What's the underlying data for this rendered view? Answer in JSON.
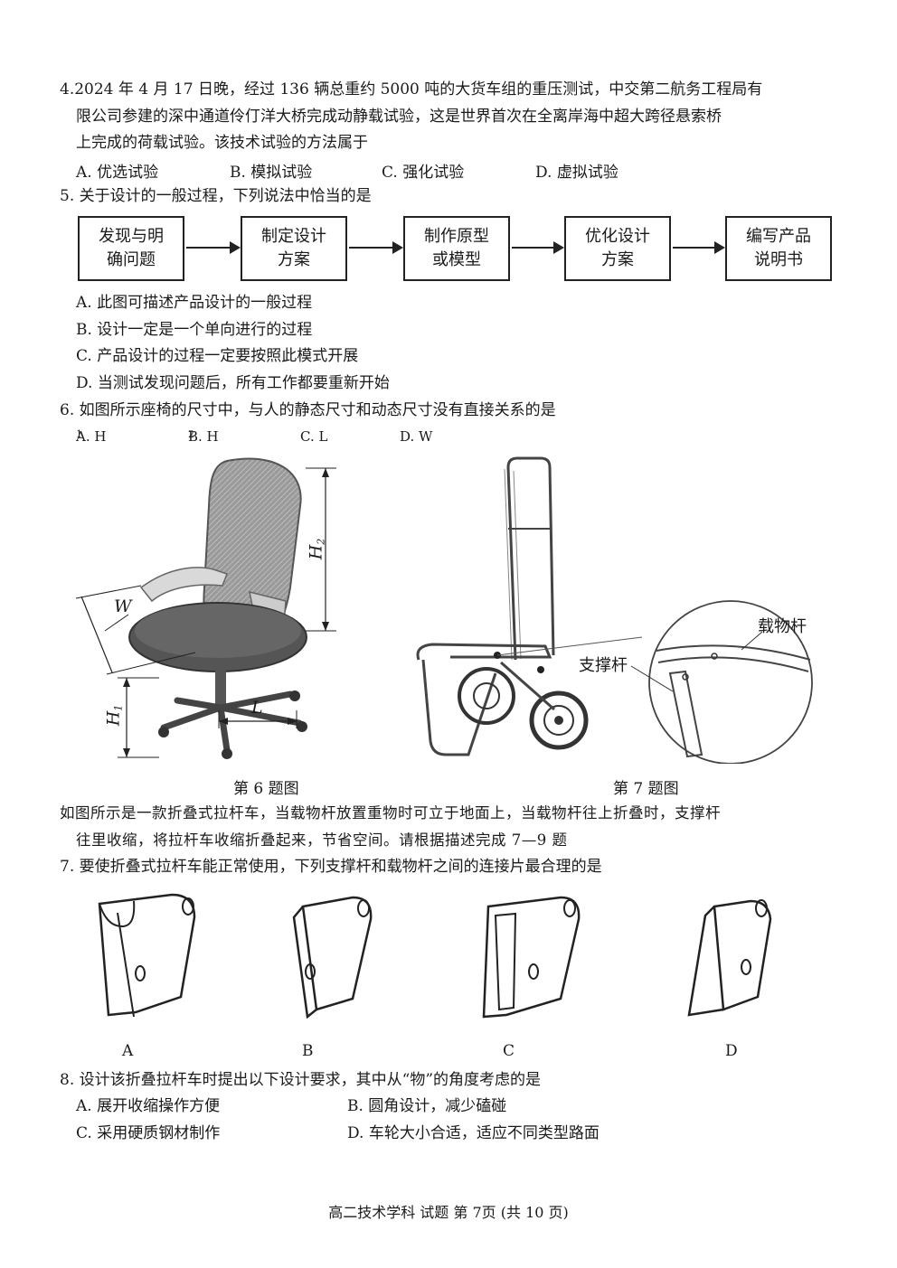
{
  "q4": {
    "line1": "4.2024 年  4 月 17 日晚，经过 136 辆总重约 5000 吨的大货车组的重压测试，中交第二航务工程局有",
    "line2": "限公司参建的深中通道伶仃洋大桥完成动静载试验，这是世界首次在全离岸海中超大跨径悬索桥",
    "line3": "上完成的荷载试验。该技术试验的方法属于",
    "options": [
      "A. 优选试验",
      "B. 模拟试验",
      "C. 强化试验",
      "D. 虚拟试验"
    ]
  },
  "q5": {
    "stem": "5.  关于设计的一般过程，下列说法中恰当的是",
    "flow": [
      "发现与明确问题",
      "制定设计方案",
      "制作原型或模型",
      "优化设计方案",
      "编写产品说明书"
    ],
    "options": [
      "A. 此图可描述产品设计的一般过程",
      "B. 设计一定是一个单向进行的过程",
      "C. 产品设计的过程一定要按照此模式开展",
      "D. 当测试发现问题后，所有工作都要重新开始"
    ]
  },
  "q6": {
    "stem": "6. 如图所示座椅的尺寸中，与人的静态尺寸和动态尺寸没有直接关系的是",
    "options": [
      "A. H",
      "B. H",
      "C. L",
      "D. W"
    ],
    "option_subs": [
      "1",
      "2",
      "",
      ""
    ],
    "fig_caption": "第 6 题图",
    "labels": {
      "h2": "H",
      "h2_sub": "2",
      "w": "W",
      "h1": "H",
      "h1_sub": "1",
      "l": "L"
    }
  },
  "q7fig": {
    "fig_caption": "第 7 题图",
    "label_rod": "载物杆",
    "label_support": "支撑杆"
  },
  "intro": {
    "line1": "如图所示是一款折叠式拉杆车，当载物杆放置重物时可立于地面上，当载物杆往上折叠时，支撑杆",
    "line2": "往里收缩，将拉杆车收缩折叠起来，节省空间。请根据描述完成 7—9 题"
  },
  "q7": {
    "stem": "7. 要使折叠式拉杆车能正常使用，下列支撑杆和载物杆之间的连接片最合理的是",
    "parts": [
      "A",
      "B",
      "C",
      "D"
    ]
  },
  "q8": {
    "stem": "8.  设计该折叠拉杆车时提出以下设计要求，其中从“物”的角度考虑的是",
    "options": [
      "A. 展开收缩操作方便",
      "B. 圆角设计，减少磕碰",
      "C. 采用硬质钢材制作",
      "D. 车轮大小合适，适应不同类型路面"
    ]
  },
  "footer": "高二技术学科 试题 第 7页 (共 10 页)"
}
